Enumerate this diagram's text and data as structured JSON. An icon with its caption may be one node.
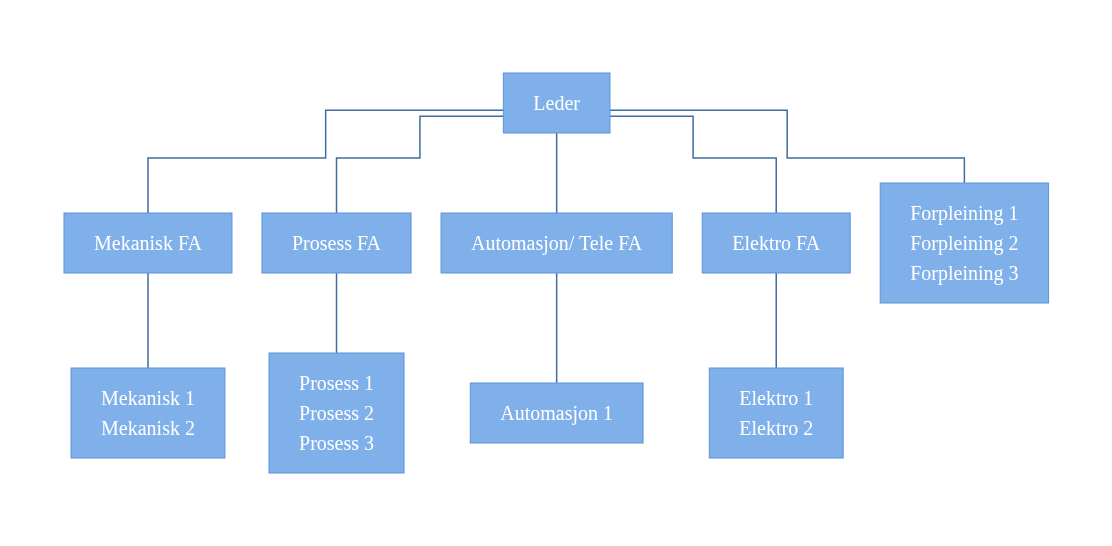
{
  "diagram": {
    "nodes": [
      {
        "text": [
          "Leder"
        ]
      },
      {
        "text": [
          "Mekanisk FA"
        ]
      },
      {
        "text": [
          "Prosess FA"
        ]
      },
      {
        "text": [
          "Automasjon/ Tele FA"
        ]
      },
      {
        "text": [
          "Elektro FA"
        ]
      },
      {
        "text": [
          "Forpleining 1",
          "Forpleining 2",
          "Forpleining 3"
        ]
      },
      {
        "text": [
          "Mekanisk 1",
          "Mekanisk 2"
        ]
      },
      {
        "text": [
          "Prosess 1",
          "Prosess 2",
          "Prosess 3"
        ]
      },
      {
        "text": [
          "Automasjon 1"
        ]
      },
      {
        "text": [
          "Elektro 1",
          "Elektro 2"
        ]
      }
    ],
    "edges": [
      {
        "from": 0,
        "to": 1,
        "arrow": "none"
      },
      {
        "from": 0,
        "to": 2,
        "arrow": "none"
      },
      {
        "from": 0,
        "to": 3,
        "arrow": "none"
      },
      {
        "from": 0,
        "to": 4,
        "arrow": "none"
      },
      {
        "from": 0,
        "to": 5,
        "arrow": "none"
      },
      {
        "from": 1,
        "to": 6,
        "arrow": "none"
      },
      {
        "from": 2,
        "to": 7,
        "arrow": "none"
      },
      {
        "from": 3,
        "to": 8,
        "arrow": "none"
      },
      {
        "from": 4,
        "to": 9,
        "arrow": "none"
      }
    ]
  }
}
